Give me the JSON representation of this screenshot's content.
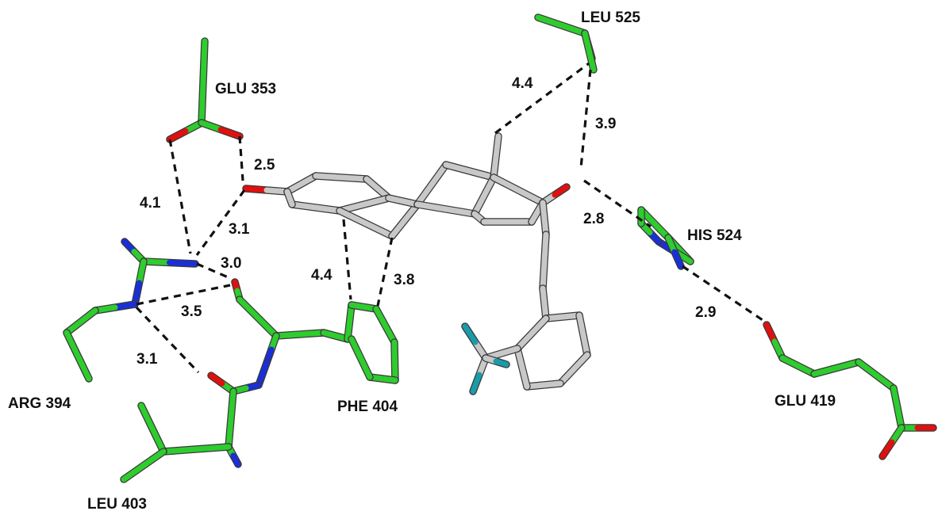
{
  "colors": {
    "carbon_residue": "#2ECC2E",
    "carbon_ligand": "#C8C8C8",
    "oxygen": "#E01010",
    "nitrogen": "#1A2FD6",
    "fluorine": "#1A9CA8",
    "interaction": "#111111"
  },
  "residues": {
    "glu353": "GLU 353",
    "leu525": "LEU 525",
    "his524": "HIS 524",
    "arg394": "ARG 394",
    "phe404": "PHE 404",
    "glu419": "GLU 419",
    "leu403": "LEU 403"
  },
  "distances": {
    "glu353_o1_arg": "4.1",
    "glu353_o2_lig": "2.5",
    "lig_o_arg": "3.1",
    "arg_water": "3.0",
    "arg_n_water": "3.5",
    "arg_leu403": "3.1",
    "phe_ring_a": "4.4",
    "phe_ring_b": "3.8",
    "leu525_methyl": "4.4",
    "leu525_o": "3.9",
    "his524_o": "2.8",
    "his524_glu419": "2.9"
  }
}
